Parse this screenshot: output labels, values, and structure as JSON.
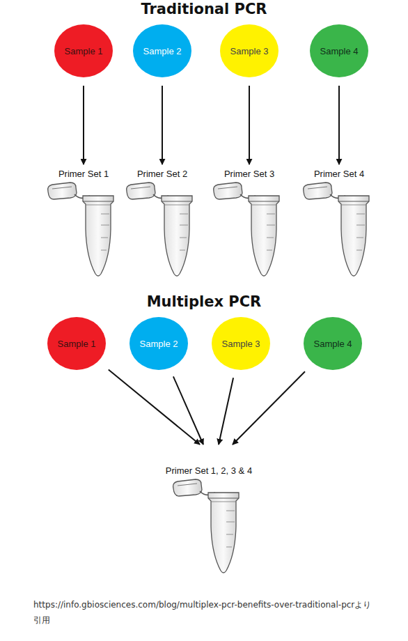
{
  "diagram": {
    "title": "Traditional PCR",
    "caption": "https://info.gbiosciences.com/blog/multiplex-pcr-benefits-over-traditional-pcrより引用",
    "nodes": [
      {
        "text": [
          "Sample 1"
        ]
      },
      {
        "text": [
          "Sample 2"
        ]
      },
      {
        "text": [
          "Sample 3"
        ]
      },
      {
        "text": [
          "Sample 4"
        ]
      },
      {
        "text": [
          "Primer Set 1"
        ]
      },
      {
        "text": [
          "Primer Set 2"
        ]
      },
      {
        "text": [
          "Primer Set 3"
        ]
      },
      {
        "text": [
          "Primer Set 4"
        ]
      },
      {
        "text": [
          "Sample 1"
        ]
      },
      {
        "text": [
          "Sample 2"
        ]
      },
      {
        "text": [
          "Sample 3"
        ]
      },
      {
        "text": [
          "Sample 4"
        ]
      },
      {
        "text": [
          "Primer Set 1, 2, 3 & 4"
        ]
      }
    ],
    "edges": [
      {
        "from": 0,
        "to": 4,
        "arrow": "to"
      },
      {
        "from": 1,
        "to": 5,
        "arrow": "to"
      },
      {
        "from": 2,
        "to": 6,
        "arrow": "to"
      },
      {
        "from": 3,
        "to": 7,
        "arrow": "to"
      },
      {
        "from": 8,
        "to": 12,
        "arrow": "to"
      },
      {
        "from": 9,
        "to": 12,
        "arrow": "to"
      },
      {
        "from": 10,
        "to": 12,
        "arrow": "to"
      },
      {
        "from": 11,
        "to": 12,
        "arrow": "to"
      }
    ],
    "labels": [
      "Multiplex PCR"
    ]
  }
}
